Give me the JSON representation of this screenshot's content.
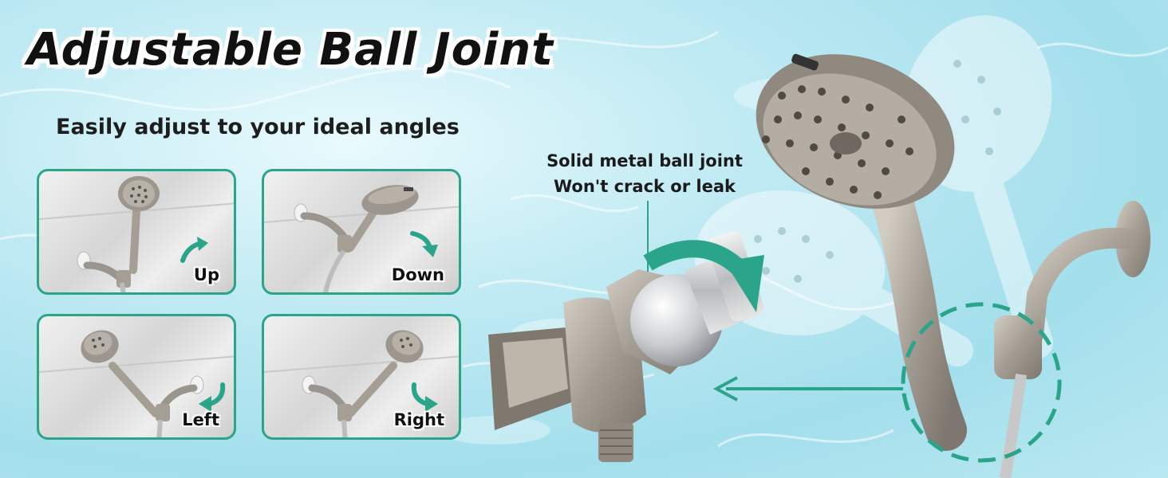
{
  "title": "Adjustable Ball Joint",
  "subtitle": "Easily adjust to your ideal angles",
  "panels": [
    {
      "label": "Up"
    },
    {
      "label": "Down"
    },
    {
      "label": "Left"
    },
    {
      "label": "Right"
    }
  ],
  "callout": {
    "line1": "Solid metal ball joint",
    "line2": "Won't crack or leak"
  },
  "colors": {
    "accent": "#2aa58a",
    "background": "#a3dfec",
    "metal": "#a49e95"
  }
}
